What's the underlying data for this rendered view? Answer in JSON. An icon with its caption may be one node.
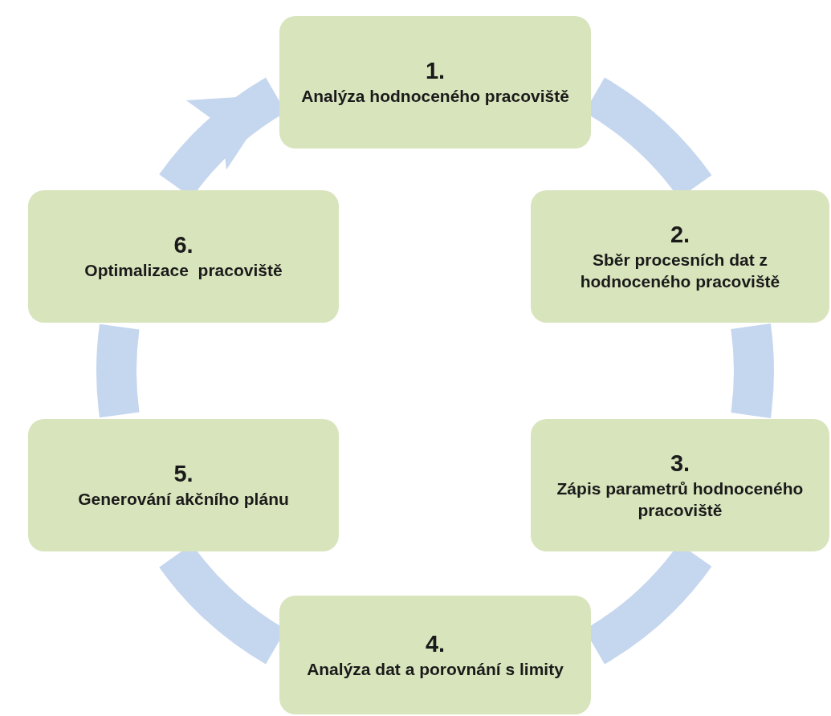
{
  "diagram": {
    "nodes": [
      {
        "text": [
          "1.",
          "Analýza hodnoceného pracoviště"
        ]
      },
      {
        "text": [
          "2.",
          "Sběr procesních dat z hodnoceného pracoviště"
        ]
      },
      {
        "text": [
          "3.",
          "Zápis parametrů hodnoceného pracoviště"
        ]
      },
      {
        "text": [
          "4.",
          "Analýza dat a porovnání s limity"
        ]
      },
      {
        "text": [
          "5.",
          "Generování akčního plánu"
        ]
      },
      {
        "text": [
          "6.",
          "Optimalizace  pracoviště"
        ]
      }
    ],
    "edges": [
      {
        "from": 0,
        "to": 1,
        "arrow": "none"
      },
      {
        "from": 1,
        "to": 2,
        "arrow": "none"
      },
      {
        "from": 2,
        "to": 3,
        "arrow": "none"
      },
      {
        "from": 3,
        "to": 4,
        "arrow": "none"
      },
      {
        "from": 4,
        "to": 5,
        "arrow": "none"
      },
      {
        "from": 5,
        "to": 0,
        "arrow": "to"
      }
    ]
  }
}
